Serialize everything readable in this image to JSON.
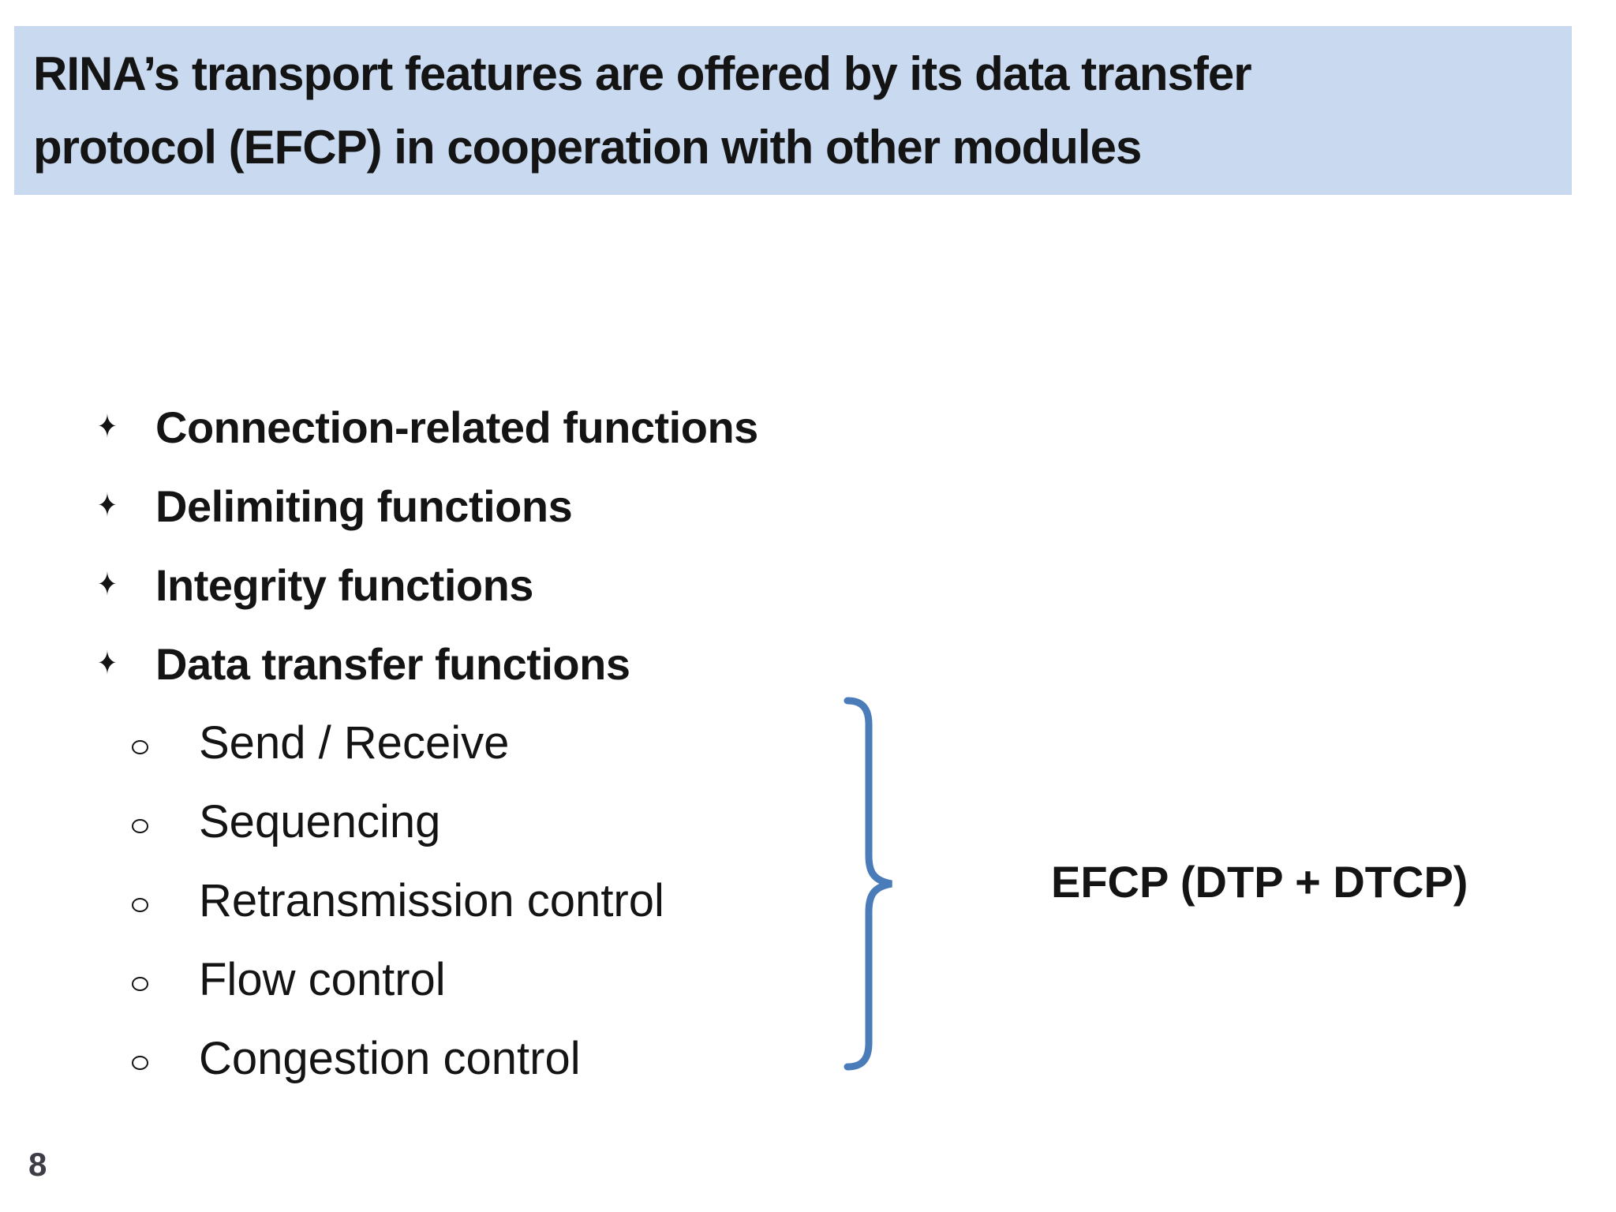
{
  "title": {
    "lines": [
      "RINA’s transport features are offered by its data transfer",
      "protocol (EFCP) in cooperation with other modules"
    ]
  },
  "glyphs": {
    "level1_bullet": "✦",
    "level2_bullet": "open-circle"
  },
  "list": {
    "items": [
      {
        "level": 1,
        "text": "Connection-related functions"
      },
      {
        "level": 1,
        "text": "Delimiting functions"
      },
      {
        "level": 1,
        "text": "Integrity functions"
      },
      {
        "level": 1,
        "text": "Data transfer functions"
      },
      {
        "level": 2,
        "text": "Send / Receive"
      },
      {
        "level": 2,
        "text": "Sequencing"
      },
      {
        "level": 2,
        "text": "Retransmission control"
      },
      {
        "level": 2,
        "text": "Flow control"
      },
      {
        "level": 2,
        "text": "Congestion control"
      }
    ]
  },
  "annotation": {
    "label": "EFCP (DTP + DTCP)"
  },
  "page_number": "8",
  "colors": {
    "title_bg": "#c9d9ef",
    "brace": "#4a7cba",
    "text": "#141414",
    "page_number": "#3d3d45"
  }
}
